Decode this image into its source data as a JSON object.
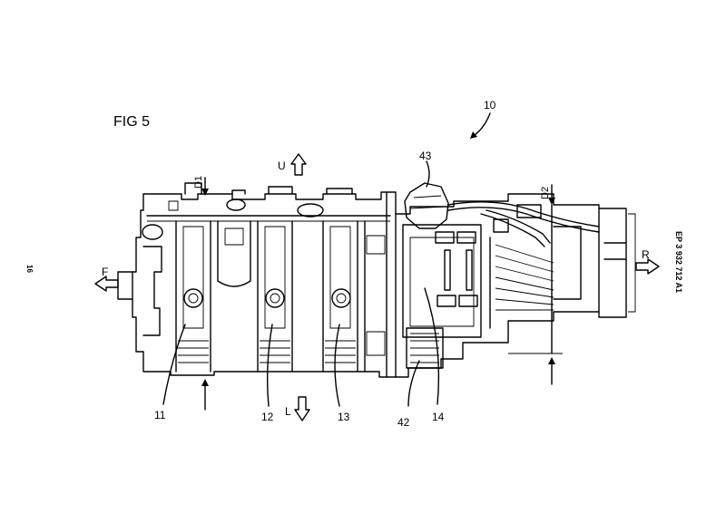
{
  "figure_title": "FIG 5",
  "page_number": "16",
  "publication_number": "EP 3 932 712 A1",
  "reference_numerals": {
    "assembly": "10",
    "part_11": "11",
    "part_12": "12",
    "part_13": "13",
    "part_14": "14",
    "part_42": "42",
    "part_43": "43"
  },
  "dimension_labels": {
    "d1": "D1",
    "d2": "D2"
  },
  "direction_labels": {
    "up": "U",
    "down": "L",
    "front": "F",
    "rear": "R"
  }
}
